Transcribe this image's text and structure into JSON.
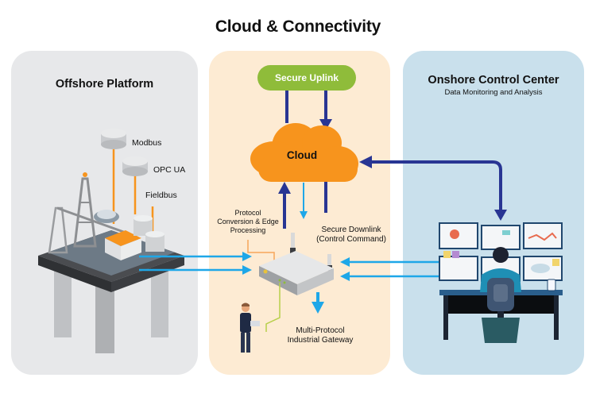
{
  "title": "Cloud & Connectivity",
  "panels": {
    "offshore": {
      "title": "Offshore Platform",
      "protocols": [
        "Modbus",
        "OPC UA",
        "Fieldbus"
      ]
    },
    "middle": {
      "uplink_label": "Secure Uplink",
      "cloud_label": "Cloud",
      "edge_label_line1": "Protocol",
      "edge_label_line2": "Conversion & Edge",
      "edge_label_line3": "Processing",
      "downlink_line1": "Secure Downlink",
      "downlink_line2": "(Control Command)",
      "gateway_line1": "Multi-Protocol",
      "gateway_line2": "Industrial Gateway"
    },
    "onshore": {
      "title": "Onshore Control Center",
      "subtitle": "Data Monitoring and Analysis"
    }
  },
  "colors": {
    "navy_arrow": "#283593",
    "cyan_arrow": "#1ea7e8",
    "cloud": "#f7941d",
    "uplink_pill": "#8fbc3a",
    "protocol_line": "#f7941d"
  }
}
